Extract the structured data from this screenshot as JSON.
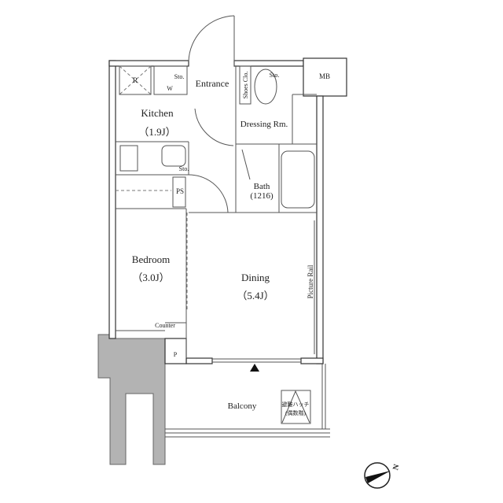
{
  "rooms": {
    "kitchen": {
      "name": "Kitchen",
      "size": "（1.9J）"
    },
    "bedroom": {
      "name": "Bedroom",
      "size": "（3.0J）"
    },
    "dining": {
      "name": "Dining",
      "size": "（5.4J）"
    },
    "bath": {
      "name": "Bath",
      "size": "(1216)"
    },
    "dressing": {
      "name": "Dressing Rm."
    },
    "entrance": {
      "name": "Entrance"
    },
    "balcony": {
      "name": "Balcony"
    }
  },
  "labels": {
    "r": "R",
    "w": "W",
    "sto1": "Sto.",
    "sto2": "Sto.",
    "sto3": "Sto.",
    "shoes": "Shoes Clo.",
    "mb": "MB",
    "ps": "PS",
    "counter": "Counter",
    "p": "P",
    "picture_rail": "Picture Rail",
    "hatch_line1": "避難ハッチ",
    "hatch_line2": "(偶数階)",
    "north": "N"
  },
  "colors": {
    "wall": "#ffffff",
    "column": "#b3b3b3",
    "line": "#333333"
  }
}
